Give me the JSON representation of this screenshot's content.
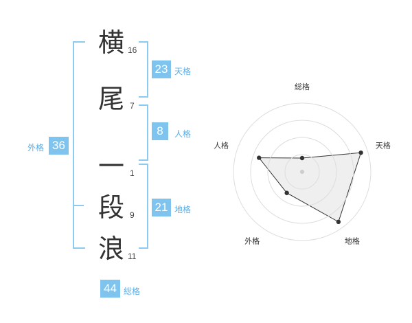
{
  "name": {
    "characters": [
      {
        "char": "横",
        "strokes": "16"
      },
      {
        "char": "尾",
        "strokes": "7"
      },
      {
        "char": "一",
        "strokes": "1"
      },
      {
        "char": "段",
        "strokes": "9"
      },
      {
        "char": "浪",
        "strokes": "11"
      }
    ]
  },
  "scores": {
    "tenkaku": {
      "label": "天格",
      "value": "23"
    },
    "jinkaku": {
      "label": "人格",
      "value": "8"
    },
    "chikaku": {
      "label": "地格",
      "value": "21"
    },
    "gaikaku": {
      "label": "外格",
      "value": "36"
    },
    "soukaku": {
      "label": "総格",
      "value": "44"
    }
  },
  "chart_data": {
    "type": "radar",
    "axes": [
      "総格",
      "天格",
      "地格",
      "外格",
      "人格"
    ],
    "values": [
      1.0,
      4.5,
      4.5,
      1.9,
      3.3
    ],
    "max": 5,
    "rings": 4,
    "colors": {
      "fill": "#efefef",
      "stroke": "#333333",
      "grid": "#dddddd",
      "center": "#cccccc",
      "accent": "#7ec4ee"
    }
  }
}
